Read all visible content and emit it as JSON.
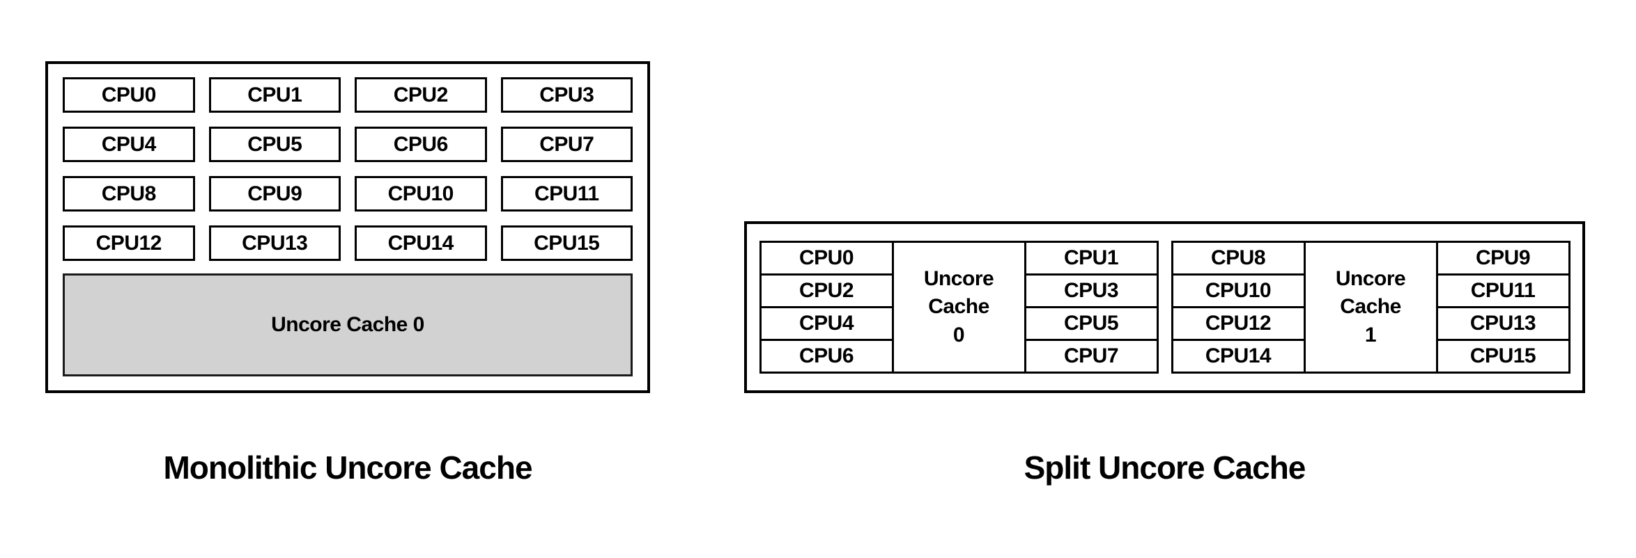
{
  "colors": {
    "cache_fill": "#d2d2d2",
    "border": "#000000",
    "background": "#ffffff"
  },
  "monolithic": {
    "caption": "Monolithic Uncore Cache",
    "cache_label": "Uncore Cache 0",
    "cpus": [
      "CPU0",
      "CPU1",
      "CPU2",
      "CPU3",
      "CPU4",
      "CPU5",
      "CPU6",
      "CPU7",
      "CPU8",
      "CPU9",
      "CPU10",
      "CPU11",
      "CPU12",
      "CPU13",
      "CPU14",
      "CPU15"
    ]
  },
  "split": {
    "caption": "Split Uncore Cache",
    "clusters": [
      {
        "cache_label_lines": [
          "Uncore",
          "Cache",
          "0"
        ],
        "left_cpus": [
          "CPU0",
          "CPU2",
          "CPU4",
          "CPU6"
        ],
        "right_cpus": [
          "CPU1",
          "CPU3",
          "CPU5",
          "CPU7"
        ]
      },
      {
        "cache_label_lines": [
          "Uncore",
          "Cache",
          "1"
        ],
        "left_cpus": [
          "CPU8",
          "CPU10",
          "CPU12",
          "CPU14"
        ],
        "right_cpus": [
          "CPU9",
          "CPU11",
          "CPU13",
          "CPU15"
        ]
      }
    ]
  }
}
